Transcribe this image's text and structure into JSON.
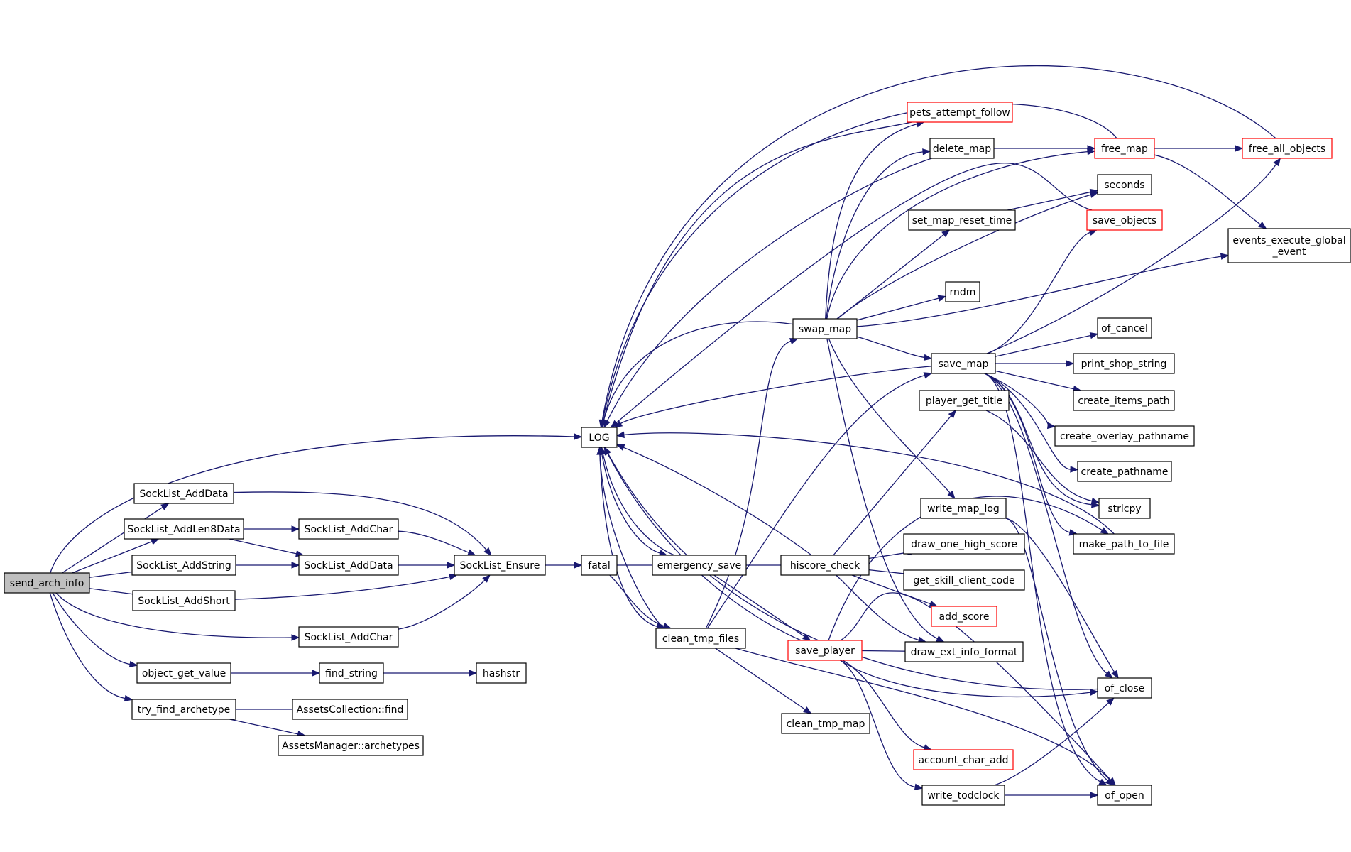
{
  "graph": {
    "nodes": [
      {
        "id": "send_arch_info",
        "label": "send_arch_info",
        "style": "root"
      },
      {
        "id": "LOG",
        "label": "LOG"
      },
      {
        "id": "SockList_AddData_a",
        "label": "SockList_AddData"
      },
      {
        "id": "SockList_AddLen8Data",
        "label": "SockList_AddLen8Data"
      },
      {
        "id": "SockList_AddString",
        "label": "SockList_AddString"
      },
      {
        "id": "SockList_AddShort",
        "label": "SockList_AddShort"
      },
      {
        "id": "SockList_AddChar_b",
        "label": "SockList_AddChar"
      },
      {
        "id": "object_get_value",
        "label": "object_get_value"
      },
      {
        "id": "try_find_archetype",
        "label": "try_find_archetype"
      },
      {
        "id": "SockList_AddChar_a",
        "label": "SockList_AddChar"
      },
      {
        "id": "SockList_AddData_b",
        "label": "SockList_AddData"
      },
      {
        "id": "SockList_Ensure",
        "label": "SockList_Ensure"
      },
      {
        "id": "fatal",
        "label": "fatal"
      },
      {
        "id": "find_string",
        "label": "find_string"
      },
      {
        "id": "hashstr",
        "label": "hashstr"
      },
      {
        "id": "AssetsCollection_find",
        "label": "AssetsCollection::find"
      },
      {
        "id": "AssetsManager_archetypes",
        "label": "AssetsManager::archetypes"
      },
      {
        "id": "emergency_save",
        "label": "emergency_save"
      },
      {
        "id": "clean_tmp_files",
        "label": "clean_tmp_files"
      },
      {
        "id": "swap_map",
        "label": "swap_map"
      },
      {
        "id": "hiscore_check",
        "label": "hiscore_check"
      },
      {
        "id": "save_player",
        "label": "save_player",
        "style": "red"
      },
      {
        "id": "clean_tmp_map",
        "label": "clean_tmp_map"
      },
      {
        "id": "pets_attempt_follow",
        "label": "pets_attempt_follow",
        "style": "red"
      },
      {
        "id": "delete_map",
        "label": "delete_map"
      },
      {
        "id": "set_map_reset_time",
        "label": "set_map_reset_time"
      },
      {
        "id": "rndm",
        "label": "rndm"
      },
      {
        "id": "save_map",
        "label": "save_map"
      },
      {
        "id": "player_get_title",
        "label": "player_get_title"
      },
      {
        "id": "write_map_log",
        "label": "write_map_log"
      },
      {
        "id": "draw_one_high_score",
        "label": "draw_one_high_score"
      },
      {
        "id": "get_skill_client_code",
        "label": "get_skill_client_code"
      },
      {
        "id": "add_score",
        "label": "add_score",
        "style": "red"
      },
      {
        "id": "draw_ext_info_format",
        "label": "draw_ext_info_format"
      },
      {
        "id": "account_char_add",
        "label": "account_char_add",
        "style": "red"
      },
      {
        "id": "write_todclock",
        "label": "write_todclock"
      },
      {
        "id": "free_map",
        "label": "free_map",
        "style": "red"
      },
      {
        "id": "seconds",
        "label": "seconds"
      },
      {
        "id": "save_objects",
        "label": "save_objects",
        "style": "red"
      },
      {
        "id": "of_cancel",
        "label": "of_cancel"
      },
      {
        "id": "print_shop_string",
        "label": "print_shop_string"
      },
      {
        "id": "create_items_path",
        "label": "create_items_path"
      },
      {
        "id": "create_overlay_pathname",
        "label": "create_overlay_pathname"
      },
      {
        "id": "create_pathname",
        "label": "create_pathname"
      },
      {
        "id": "strlcpy",
        "label": "strlcpy"
      },
      {
        "id": "make_path_to_file",
        "label": "make_path_to_file"
      },
      {
        "id": "of_close",
        "label": "of_close"
      },
      {
        "id": "of_open",
        "label": "of_open"
      },
      {
        "id": "free_all_objects",
        "label": "free_all_objects",
        "style": "red"
      },
      {
        "id": "events_execute_global_event",
        "label": "events_execute_global\n_event"
      }
    ],
    "edges": [
      [
        "send_arch_info",
        "LOG"
      ],
      [
        "send_arch_info",
        "SockList_AddData_a"
      ],
      [
        "send_arch_info",
        "SockList_AddLen8Data"
      ],
      [
        "send_arch_info",
        "SockList_AddString"
      ],
      [
        "send_arch_info",
        "SockList_AddShort"
      ],
      [
        "send_arch_info",
        "SockList_AddChar_b"
      ],
      [
        "send_arch_info",
        "object_get_value"
      ],
      [
        "send_arch_info",
        "try_find_archetype"
      ],
      [
        "SockList_AddData_a",
        "SockList_Ensure"
      ],
      [
        "SockList_AddLen8Data",
        "SockList_AddChar_a"
      ],
      [
        "SockList_AddLen8Data",
        "SockList_AddData_b"
      ],
      [
        "SockList_AddString",
        "SockList_AddData_b"
      ],
      [
        "SockList_AddShort",
        "SockList_Ensure"
      ],
      [
        "SockList_AddChar_b",
        "SockList_Ensure"
      ],
      [
        "SockList_AddChar_a",
        "SockList_Ensure"
      ],
      [
        "SockList_AddData_b",
        "SockList_Ensure"
      ],
      [
        "SockList_Ensure",
        "fatal"
      ],
      [
        "object_get_value",
        "find_string"
      ],
      [
        "find_string",
        "hashstr"
      ],
      [
        "try_find_archetype",
        "AssetsCollection_find"
      ],
      [
        "try_find_archetype",
        "AssetsManager_archetypes"
      ],
      [
        "fatal",
        "emergency_save"
      ],
      [
        "fatal",
        "clean_tmp_files"
      ],
      [
        "emergency_save",
        "LOG"
      ],
      [
        "emergency_save",
        "hiscore_check"
      ],
      [
        "emergency_save",
        "save_player"
      ],
      [
        "LOG",
        "emergency_save"
      ],
      [
        "LOG",
        "clean_tmp_files"
      ],
      [
        "clean_tmp_files",
        "LOG"
      ],
      [
        "clean_tmp_files",
        "swap_map"
      ],
      [
        "clean_tmp_files",
        "save_map"
      ],
      [
        "clean_tmp_files",
        "clean_tmp_map"
      ],
      [
        "clean_tmp_files",
        "of_open"
      ],
      [
        "swap_map",
        "LOG"
      ],
      [
        "swap_map",
        "pets_attempt_follow"
      ],
      [
        "swap_map",
        "delete_map"
      ],
      [
        "swap_map",
        "free_map"
      ],
      [
        "swap_map",
        "set_map_reset_time"
      ],
      [
        "swap_map",
        "seconds"
      ],
      [
        "swap_map",
        "rndm"
      ],
      [
        "swap_map",
        "save_map"
      ],
      [
        "swap_map",
        "write_map_log"
      ],
      [
        "swap_map",
        "draw_ext_info_format"
      ],
      [
        "swap_map",
        "events_execute_global_event"
      ],
      [
        "delete_map",
        "LOG"
      ],
      [
        "delete_map",
        "free_map"
      ],
      [
        "free_map",
        "LOG"
      ],
      [
        "free_map",
        "free_all_objects"
      ],
      [
        "free_map",
        "events_execute_global_event"
      ],
      [
        "free_all_objects",
        "LOG"
      ],
      [
        "set_map_reset_time",
        "seconds"
      ],
      [
        "save_objects",
        "LOG"
      ],
      [
        "pets_attempt_follow",
        "LOG"
      ],
      [
        "save_map",
        "LOG"
      ],
      [
        "save_map",
        "save_objects"
      ],
      [
        "save_map",
        "free_all_objects"
      ],
      [
        "save_map",
        "of_cancel"
      ],
      [
        "save_map",
        "print_shop_string"
      ],
      [
        "save_map",
        "create_items_path"
      ],
      [
        "save_map",
        "create_overlay_pathname"
      ],
      [
        "save_map",
        "create_pathname"
      ],
      [
        "save_map",
        "strlcpy"
      ],
      [
        "save_map",
        "make_path_to_file"
      ],
      [
        "save_map",
        "of_close"
      ],
      [
        "save_map",
        "of_open"
      ],
      [
        "hiscore_check",
        "LOG"
      ],
      [
        "hiscore_check",
        "player_get_title"
      ],
      [
        "hiscore_check",
        "draw_one_high_score"
      ],
      [
        "hiscore_check",
        "get_skill_client_code"
      ],
      [
        "hiscore_check",
        "add_score"
      ],
      [
        "hiscore_check",
        "draw_ext_info_format"
      ],
      [
        "player_get_title",
        "strlcpy"
      ],
      [
        "write_map_log",
        "of_close"
      ],
      [
        "write_map_log",
        "of_open"
      ],
      [
        "save_player",
        "LOG"
      ],
      [
        "save_player",
        "draw_ext_info_format"
      ],
      [
        "save_player",
        "of_open"
      ],
      [
        "save_player",
        "make_path_to_file"
      ],
      [
        "save_player",
        "of_close"
      ],
      [
        "save_player",
        "account_char_add"
      ],
      [
        "save_player",
        "write_todclock"
      ],
      [
        "write_todclock",
        "of_close"
      ],
      [
        "write_todclock",
        "of_open"
      ],
      [
        "of_close",
        "LOG"
      ],
      [
        "make_path_to_file",
        "LOG"
      ]
    ]
  }
}
